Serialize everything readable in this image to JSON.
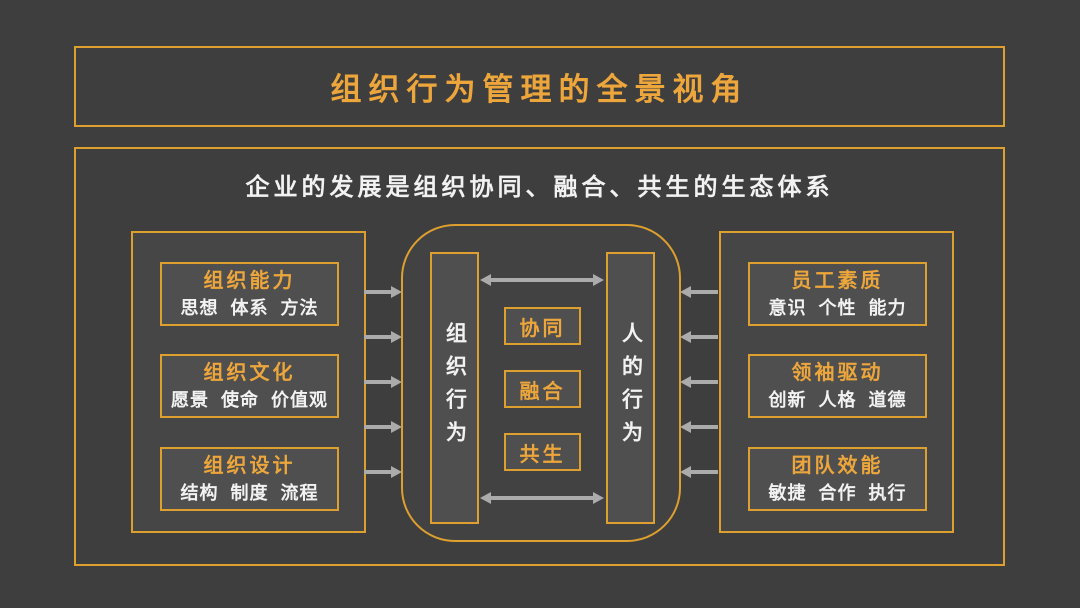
{
  "title": "组织行为管理的全景视角",
  "subtitle": "企业的发展是组织协同、融合、共生的生态体系",
  "left_panel": {
    "cards": [
      {
        "title": "组织能力",
        "detail": "思想 体系 方法"
      },
      {
        "title": "组织文化",
        "detail": "愿景 使命 价值观"
      },
      {
        "title": "组织设计",
        "detail": "结构 制度 流程"
      }
    ]
  },
  "center": {
    "left_bar_label": "组织行为",
    "right_bar_label": "人的行为",
    "items": [
      "协同",
      "融合",
      "共生"
    ]
  },
  "right_panel": {
    "cards": [
      {
        "title": "员工素质",
        "detail": "意识 个性 能力"
      },
      {
        "title": "领袖驱动",
        "detail": "创新 人格 道德"
      },
      {
        "title": "团队效能",
        "detail": "敏捷 合作 执行"
      }
    ]
  },
  "colors": {
    "background": "#3e3e3e",
    "accent_gold": "#dd9f2e",
    "text_gold": "#eda63b",
    "text_white": "#f2f2f2",
    "arrow_gray": "#ababab",
    "panel_fill": "#464646",
    "card_fill": "#4f4f4f"
  }
}
